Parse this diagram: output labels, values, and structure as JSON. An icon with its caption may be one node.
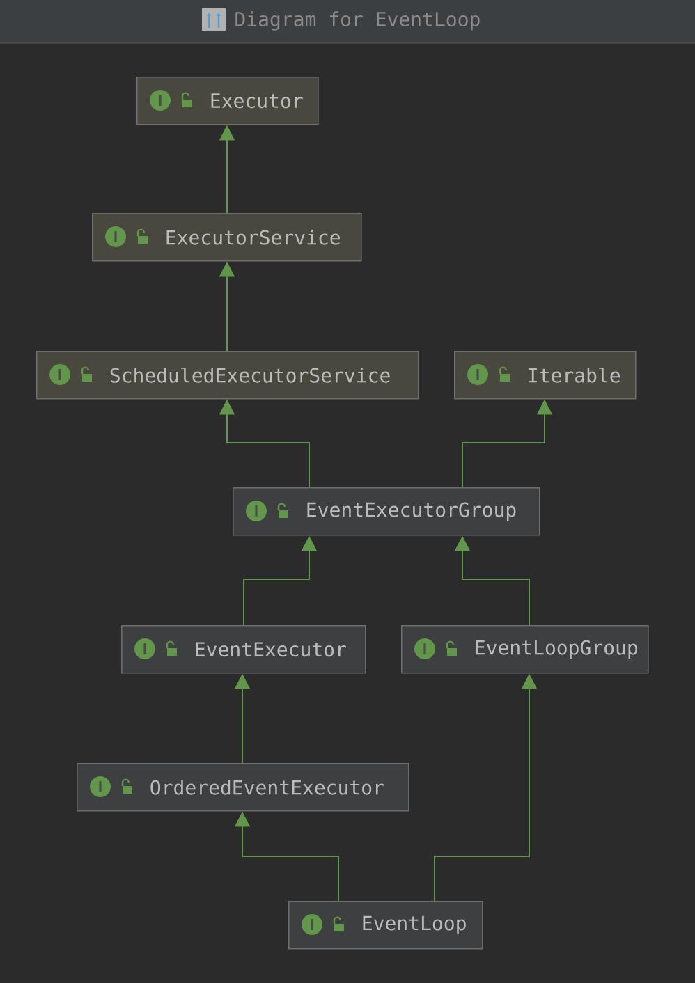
{
  "diagram": {
    "title": "Diagram for EventLoop",
    "nodes": [
      {
        "text": [
          "Executor"
        ]
      },
      {
        "text": [
          "ExecutorService"
        ]
      },
      {
        "text": [
          "ScheduledExecutorService"
        ]
      },
      {
        "text": [
          "Iterable"
        ]
      },
      {
        "text": [
          "EventExecutorGroup"
        ]
      },
      {
        "text": [
          "EventExecutor"
        ]
      },
      {
        "text": [
          "EventLoopGroup"
        ]
      },
      {
        "text": [
          "OrderedEventExecutor"
        ]
      },
      {
        "text": [
          "EventLoop"
        ]
      }
    ],
    "edges": [
      {
        "from": 1,
        "to": 0,
        "arrow": "to"
      },
      {
        "from": 2,
        "to": 1,
        "arrow": "to"
      },
      {
        "from": 4,
        "to": 2,
        "arrow": "to"
      },
      {
        "from": 4,
        "to": 3,
        "arrow": "to"
      },
      {
        "from": 5,
        "to": 4,
        "arrow": "to"
      },
      {
        "from": 6,
        "to": 4,
        "arrow": "to"
      },
      {
        "from": 7,
        "to": 5,
        "arrow": "to"
      },
      {
        "from": 8,
        "to": 7,
        "arrow": "to"
      },
      {
        "from": 8,
        "to": 6,
        "arrow": "to"
      }
    ]
  }
}
